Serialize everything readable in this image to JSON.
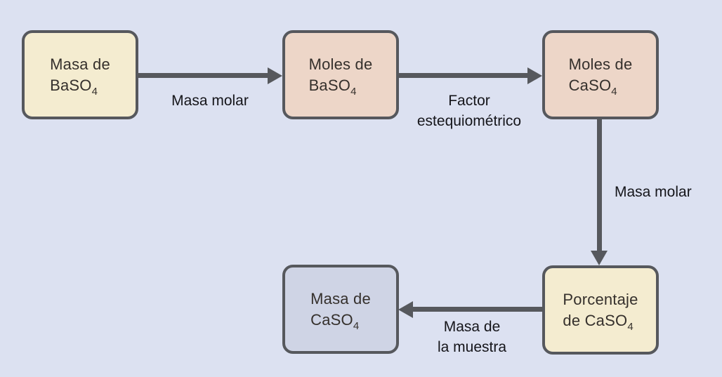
{
  "diagram": {
    "description": "Flowchart of gravimetric stoichiometry conversion steps",
    "boxes": [
      {
        "id": "masa-baso4",
        "line1": "Masa de",
        "formula": "BaSO",
        "sub": "4",
        "fill": "cream"
      },
      {
        "id": "moles-baso4",
        "line1": "Moles de",
        "formula": "BaSO",
        "sub": "4",
        "fill": "salmon"
      },
      {
        "id": "moles-caso4",
        "line1": "Moles de",
        "formula": "CaSO",
        "sub": "4",
        "fill": "salmon"
      },
      {
        "id": "porcentaje-caso4",
        "line1": "Porcentaje",
        "formula": "de CaSO",
        "sub": "4",
        "fill": "cream"
      },
      {
        "id": "masa-caso4",
        "line1": "Masa de",
        "formula": "CaSO",
        "sub": "4",
        "fill": "periwinkle"
      }
    ],
    "arrows": [
      {
        "id": "arrow-1",
        "from": "masa-baso4",
        "to": "moles-baso4",
        "direction": "right",
        "label": "Masa molar"
      },
      {
        "id": "arrow-2",
        "from": "moles-baso4",
        "to": "moles-caso4",
        "direction": "right",
        "label_line1": "Factor",
        "label_line2": "estequiométrico"
      },
      {
        "id": "arrow-3",
        "from": "moles-caso4",
        "to": "porcentaje-caso4",
        "direction": "down",
        "label": "Masa molar"
      },
      {
        "id": "arrow-4",
        "from": "porcentaje-caso4",
        "to": "masa-caso4",
        "direction": "left",
        "label_line1": "Masa de",
        "label_line2": "la muestra"
      }
    ]
  },
  "colors": {
    "bg": "#dce1f1",
    "cream": "#f4ecd0",
    "salmon": "#edd6c8",
    "periwinkle": "#cfd4e5",
    "stroke": "#56585d",
    "box-text": "#35302c",
    "label-text": "#15151a"
  }
}
